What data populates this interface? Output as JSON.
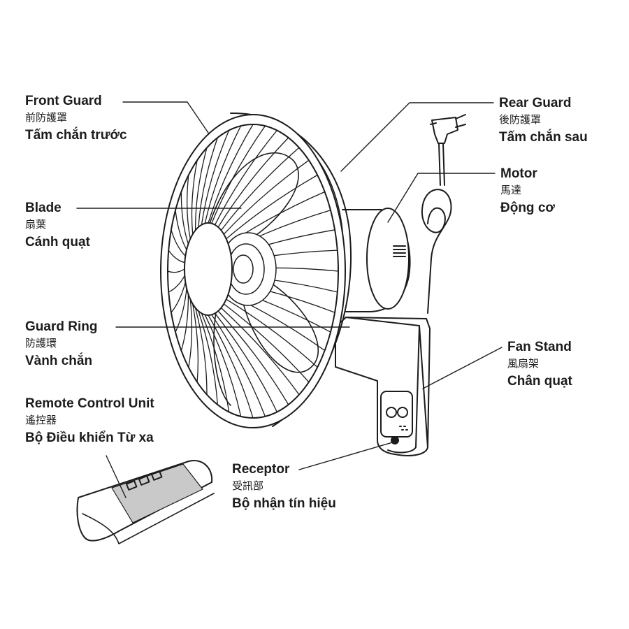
{
  "labels": {
    "front_guard": {
      "en": "Front Guard",
      "zh": "前防護罩",
      "vi": "Tấm chắn trước"
    },
    "blade": {
      "en": "Blade",
      "zh": "扇葉",
      "vi": "Cánh quạt"
    },
    "guard_ring": {
      "en": "Guard Ring",
      "zh": "防護環",
      "vi": "Vành chắn"
    },
    "remote": {
      "en": "Remote Control Unit",
      "zh": "遙控器",
      "vi": "Bộ Điều khiển Từ xa"
    },
    "rear_guard": {
      "en": "Rear Guard",
      "zh": "後防護罩",
      "vi": "Tấm chắn sau"
    },
    "motor": {
      "en": "Motor",
      "zh": "馬達",
      "vi": "Động cơ"
    },
    "fan_stand": {
      "en": "Fan Stand",
      "zh": "風扇架",
      "vi": "Chân quạt"
    },
    "receptor": {
      "en": "Receptor",
      "zh": "受訊部",
      "vi": "Bộ nhận tín hiệu"
    }
  },
  "colors": {
    "ink": "#1c1c1c",
    "remote_panel": "#c9c9c9",
    "background": "#ffffff"
  },
  "parts": [
    "front-guard",
    "blade",
    "guard-ring",
    "remote-control",
    "rear-guard",
    "motor",
    "fan-stand",
    "receptor",
    "power-plug"
  ]
}
